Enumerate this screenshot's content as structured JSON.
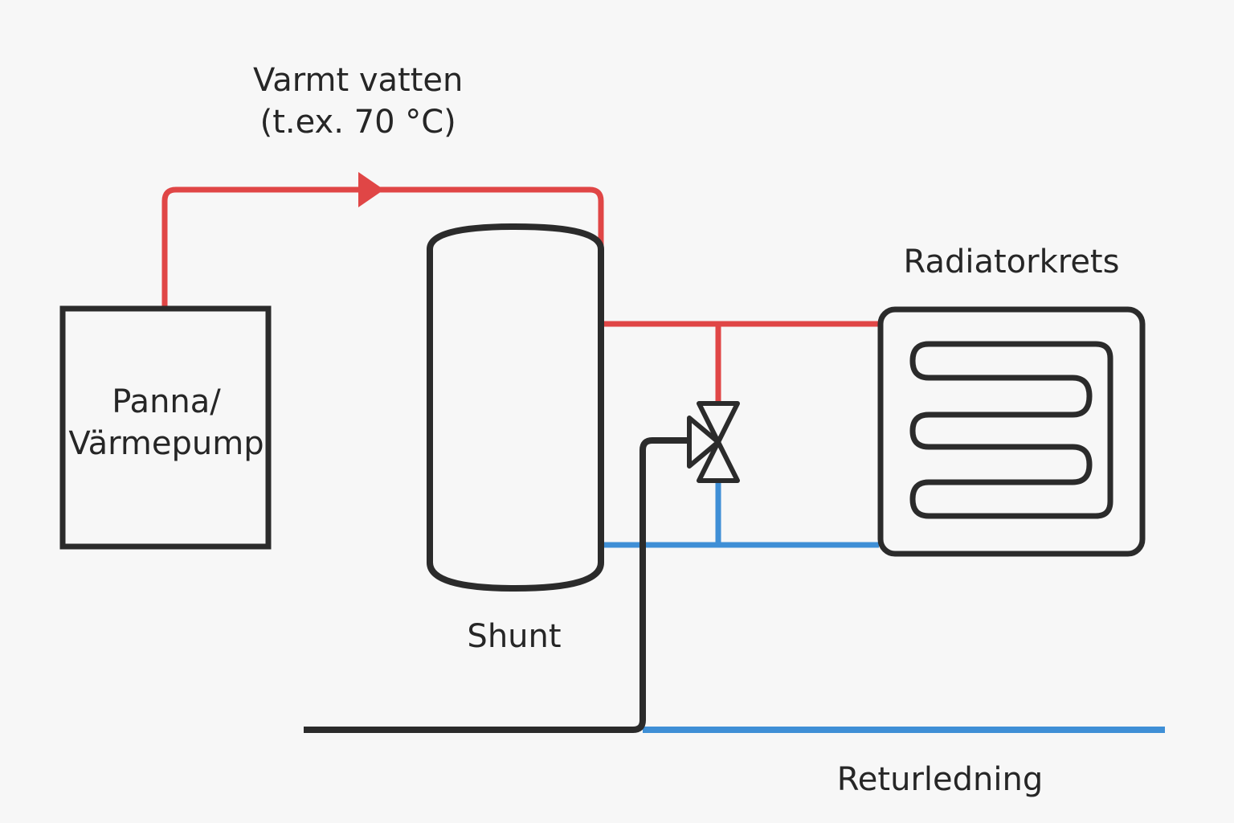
{
  "colors": {
    "background": "#f7f7f7",
    "outline": "#2b2b2b",
    "hot_pipe": "#e04646",
    "cold_pipe": "#3f8fd6",
    "text": "#262626"
  },
  "labels": {
    "hot_water_line1": "Varmt vatten",
    "hot_water_line2": "(t.ex. 70 °C)",
    "boiler_line1": "Panna/",
    "boiler_line2": "Värmepump",
    "shunt": "Shunt",
    "radiator_circuit": "Radiatorkrets",
    "return_line": "Returledning"
  },
  "icons": {
    "flow_arrow": "arrow-right-icon",
    "valve": "three-way-valve-icon",
    "radiator": "radiator-coil-icon"
  }
}
